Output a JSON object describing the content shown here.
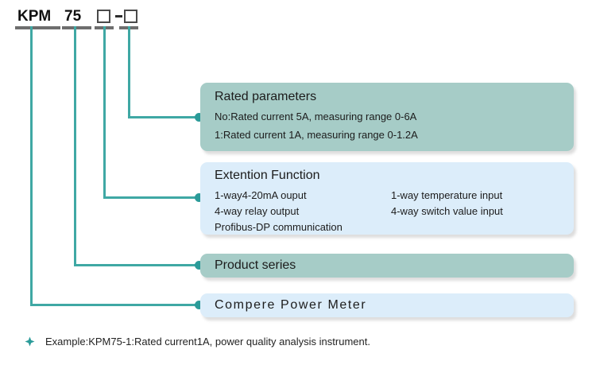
{
  "header": {
    "segments": [
      {
        "text": "KPM",
        "type": "text"
      },
      {
        "text": "75",
        "type": "text"
      },
      {
        "text": "",
        "type": "box"
      },
      {
        "text": "",
        "type": "box"
      }
    ],
    "separator": "-"
  },
  "boxes": [
    {
      "id": "rated-parameters",
      "color": "#a6ccc7",
      "title": "Rated parameters",
      "lines": [
        "No:Rated current 5A, measuring range 0-6A",
        "1:Rated current 1A, measuring range 0-1.2A"
      ]
    },
    {
      "id": "extention-function",
      "color": "#dcedfa",
      "title": "Extention Function",
      "lines_col1": [
        "1-way4-20mA ouput",
        "4-way relay output",
        "Profibus-DP communication"
      ],
      "lines_col2": [
        "1-way temperature input",
        "4-way switch value input"
      ]
    },
    {
      "id": "product-series",
      "color": "#a6ccc7",
      "label": "Product series"
    },
    {
      "id": "compere-power-meter",
      "color": "#dcedfa",
      "label": "Compere  Power  Meter"
    }
  ],
  "footer": {
    "bullet_icon": "diamond-bullet-icon",
    "text": "Example:KPM75-1:Rated current1A, power quality analysis instrument."
  },
  "colors": {
    "teal_line": "#3fa8a4",
    "teal_dot": "#2b9b99",
    "teal_box": "#a6ccc7",
    "blue_box": "#dcedfa",
    "rule_gray": "#6e6e6e"
  }
}
